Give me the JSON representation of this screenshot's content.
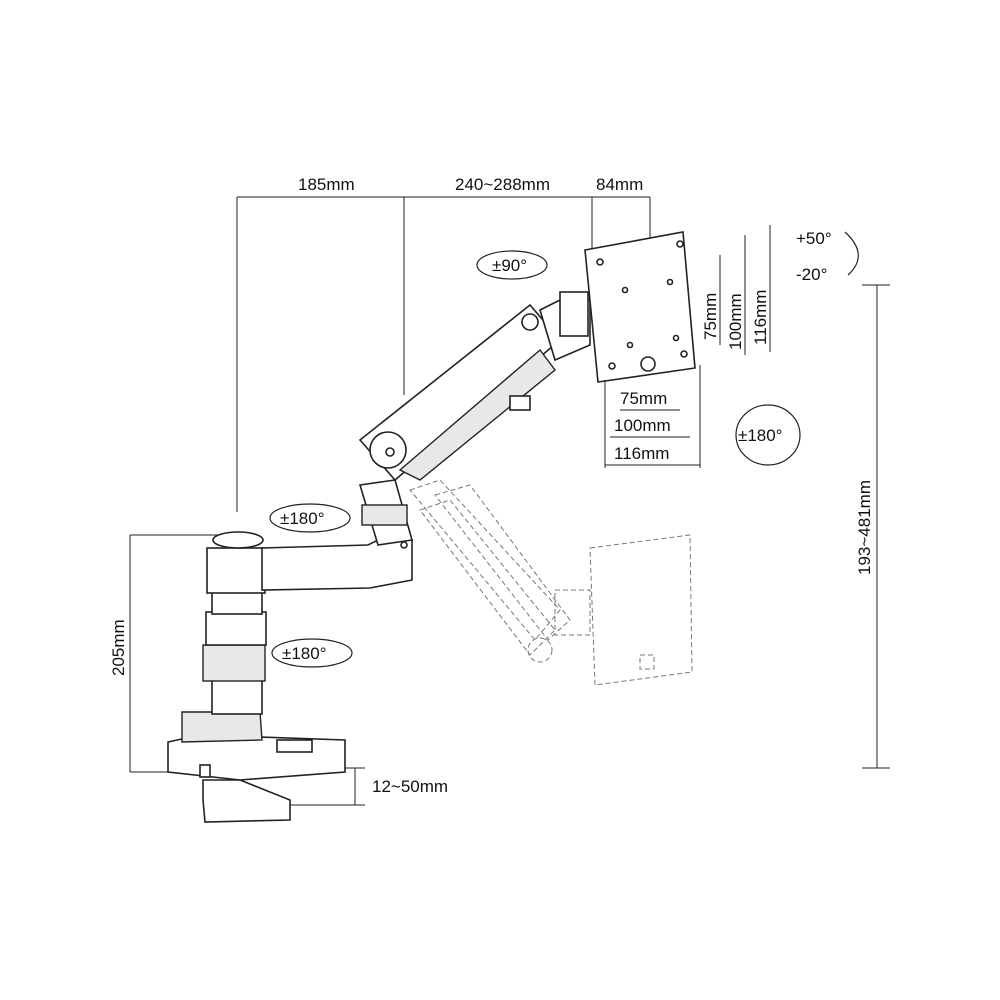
{
  "dimensions": {
    "arm_base_reach": "185mm",
    "arm_extension": "240~288mm",
    "head_offset": "84mm",
    "total_height": "193~481mm",
    "pole_height": "205mm",
    "desk_thickness": "12~50mm"
  },
  "vesa": {
    "vertical": [
      "75mm",
      "100mm",
      "116mm"
    ],
    "horizontal": [
      "75mm",
      "100mm",
      "116mm"
    ]
  },
  "rotations": {
    "head_rotate": "±90°",
    "tilt_up": "+50°",
    "tilt_down": "-20°",
    "screen_rotate": "±180°",
    "elbow_swivel": "±180°",
    "base_swivel": "±180°"
  },
  "colors": {
    "line": "#222222",
    "ghost": "#777777"
  }
}
